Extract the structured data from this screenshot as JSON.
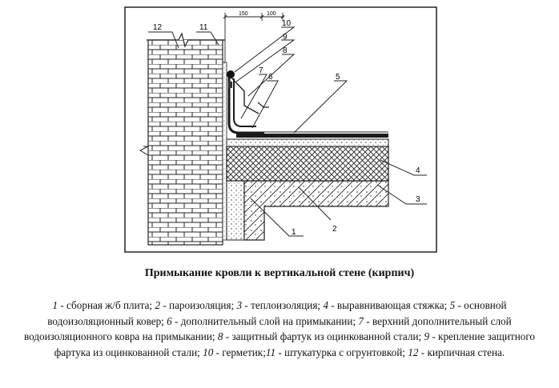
{
  "caption": "Примыкание кровли к вертикальной стене (кирпич)",
  "drawing": {
    "dimensions": [
      "150",
      "100"
    ],
    "callouts": [
      "1",
      "2",
      "3",
      "4",
      "5",
      "6",
      "7",
      "8",
      "9",
      "10",
      "11",
      "12"
    ]
  },
  "legend": [
    {
      "num": "1",
      "text": " - сборная ж/б плита; "
    },
    {
      "num": "2",
      "text": " - пароизоляция; "
    },
    {
      "num": "3",
      "text": " - теплоизоляция; "
    },
    {
      "num": "4",
      "text": " - выравнивающая стяжка; "
    },
    {
      "num": "5",
      "text": " - основной водоизоляционный ковер; "
    },
    {
      "num": "6",
      "text": " - дополнительный слой на примыкании; "
    },
    {
      "num": "7",
      "text": " - верхний дополнительный слой водоизоляционного ковра на примыкании; "
    },
    {
      "num": "8",
      "text": " - защитный фартук из оцинкованной стали; "
    },
    {
      "num": "9",
      "text": " - крепление защитного фартука из оцинкованной стали; "
    },
    {
      "num": "10",
      "text": " - герметик;"
    },
    {
      "num": "11",
      "text": " - штукатурка с огрунтовкой; "
    },
    {
      "num": "12",
      "text": " - кирпичная стена."
    }
  ]
}
